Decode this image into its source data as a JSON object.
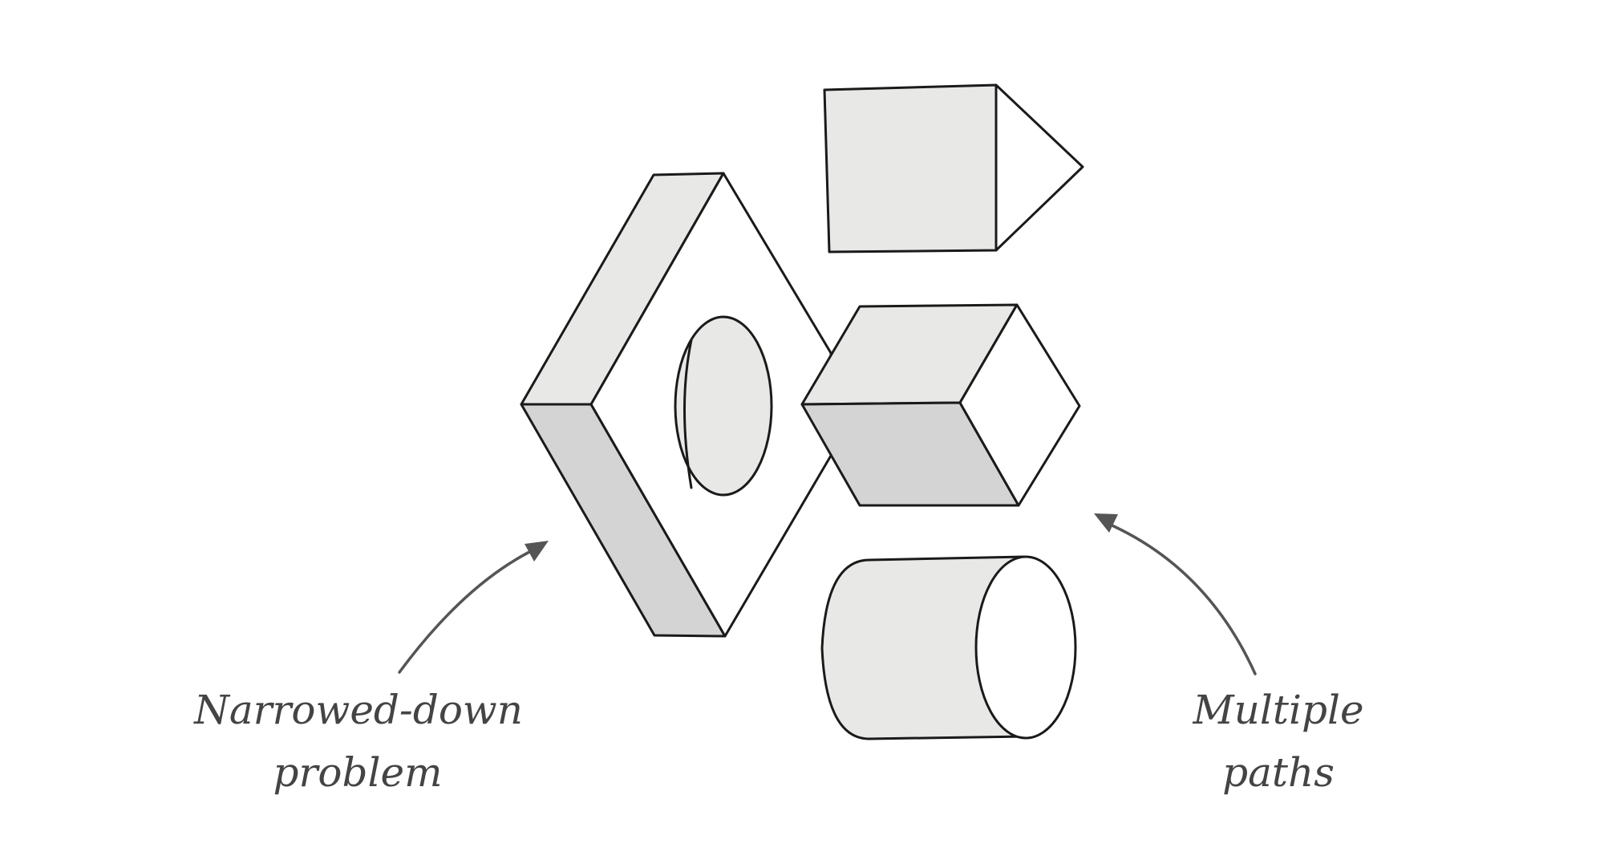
{
  "labels": {
    "left_line1": "Narrowed-down",
    "left_line2": "problem",
    "right_line1": "Multiple",
    "right_line2": "paths"
  },
  "colors": {
    "stroke": "#1a1a1a",
    "face_light": "#e8e8e6",
    "face_shadow": "#d4d4d4",
    "face_open": "#ffffff",
    "arrow": "#555555",
    "label_text": "#444444"
  }
}
